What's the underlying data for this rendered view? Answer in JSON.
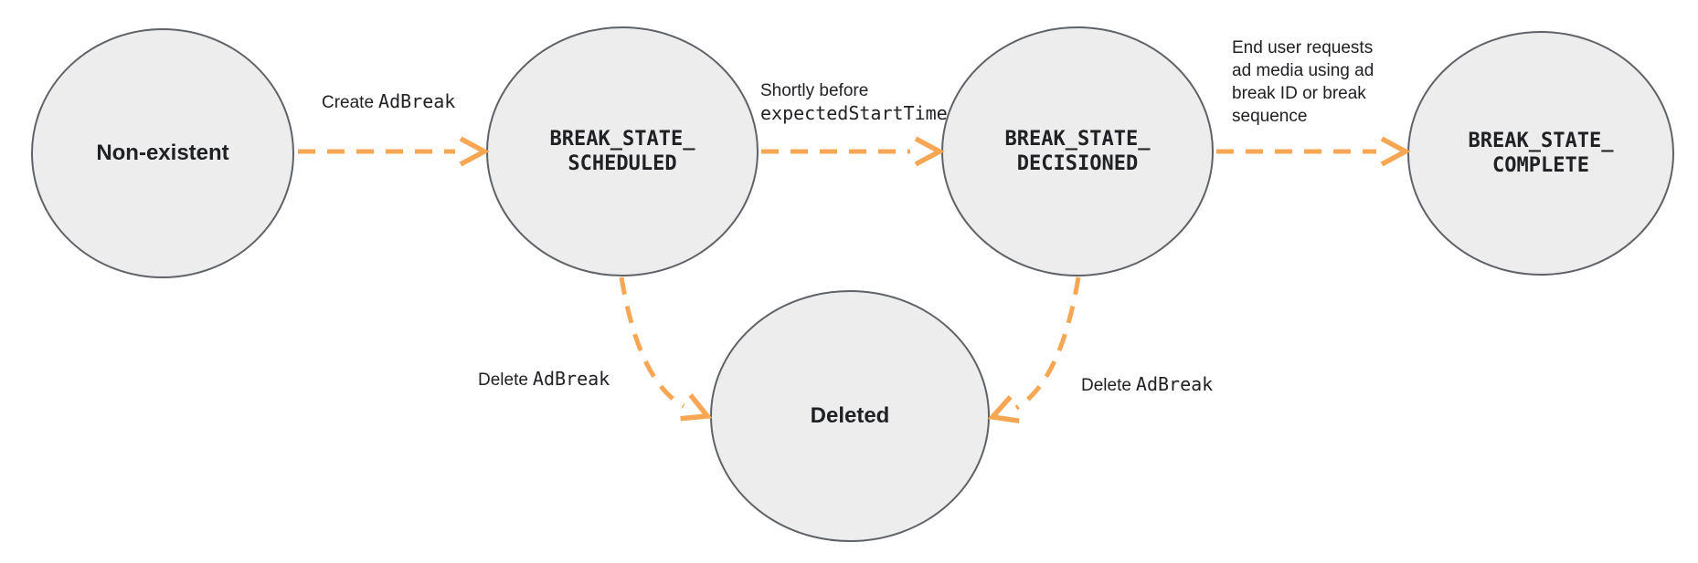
{
  "colors": {
    "node_fill": "#ededed",
    "node_border": "#5f6368",
    "arrow": "#f7a654",
    "text": "#202124"
  },
  "nodes": [
    {
      "id": "non-existent",
      "name": "Non-existent"
    },
    {
      "id": "break-state-scheduled",
      "line1": "BREAK_STATE_",
      "line2": "SCHEDULED"
    },
    {
      "id": "break-state-decisioned",
      "line1": "BREAK_STATE_",
      "line2": "DECISIONED"
    },
    {
      "id": "break-state-complete",
      "line1": "BREAK_STATE_",
      "line2": "COMPLETE"
    },
    {
      "id": "deleted",
      "name": "Deleted"
    }
  ],
  "edges": [
    {
      "id": "create-adbreak",
      "plain": "Create",
      "code": "AdBreak"
    },
    {
      "id": "shortly-before-expected-start-time",
      "plain": "Shortly before",
      "code": "expectedStartTime"
    },
    {
      "id": "end-user-requests",
      "text": "End user requests\nad media using ad\nbreak ID or break\nsequence"
    },
    {
      "id": "delete-adbreak-left",
      "plain": "Delete",
      "code": "AdBreak"
    },
    {
      "id": "delete-adbreak-right",
      "plain": "Delete",
      "code": "AdBreak"
    }
  ]
}
